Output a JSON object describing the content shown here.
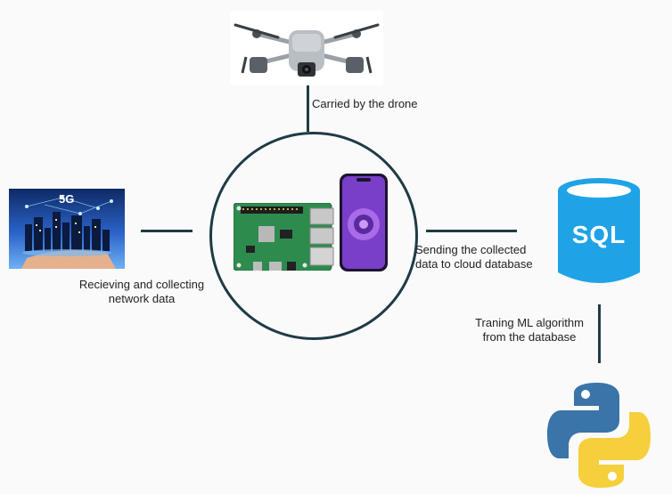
{
  "nodes": {
    "drone": {
      "caption": "Carried by the drone",
      "icon": "drone-icon"
    },
    "network": {
      "caption_line1": "Recieving and collecting",
      "caption_line2": "network data",
      "badge": "5G",
      "icon": "5g-city-network-icon"
    },
    "hub": {
      "icons": [
        "raspberry-pi-board-icon",
        "smartphone-icon"
      ]
    },
    "database": {
      "caption_line1": "Sending the collected",
      "caption_line2": "data to cloud database",
      "badge": "SQL",
      "icon": "sql-database-icon"
    },
    "ml": {
      "caption_line1": "Traning ML algorithm",
      "caption_line2": "from the database",
      "icon": "python-logo-icon"
    }
  },
  "colors": {
    "connector": "#1f3b45",
    "sql_blue": "#1fa3e6",
    "python_blue": "#3a74a8",
    "python_yellow": "#f5cf3c",
    "phone_purple": "#7a3fc9",
    "pi_green": "#2e8b4e"
  }
}
